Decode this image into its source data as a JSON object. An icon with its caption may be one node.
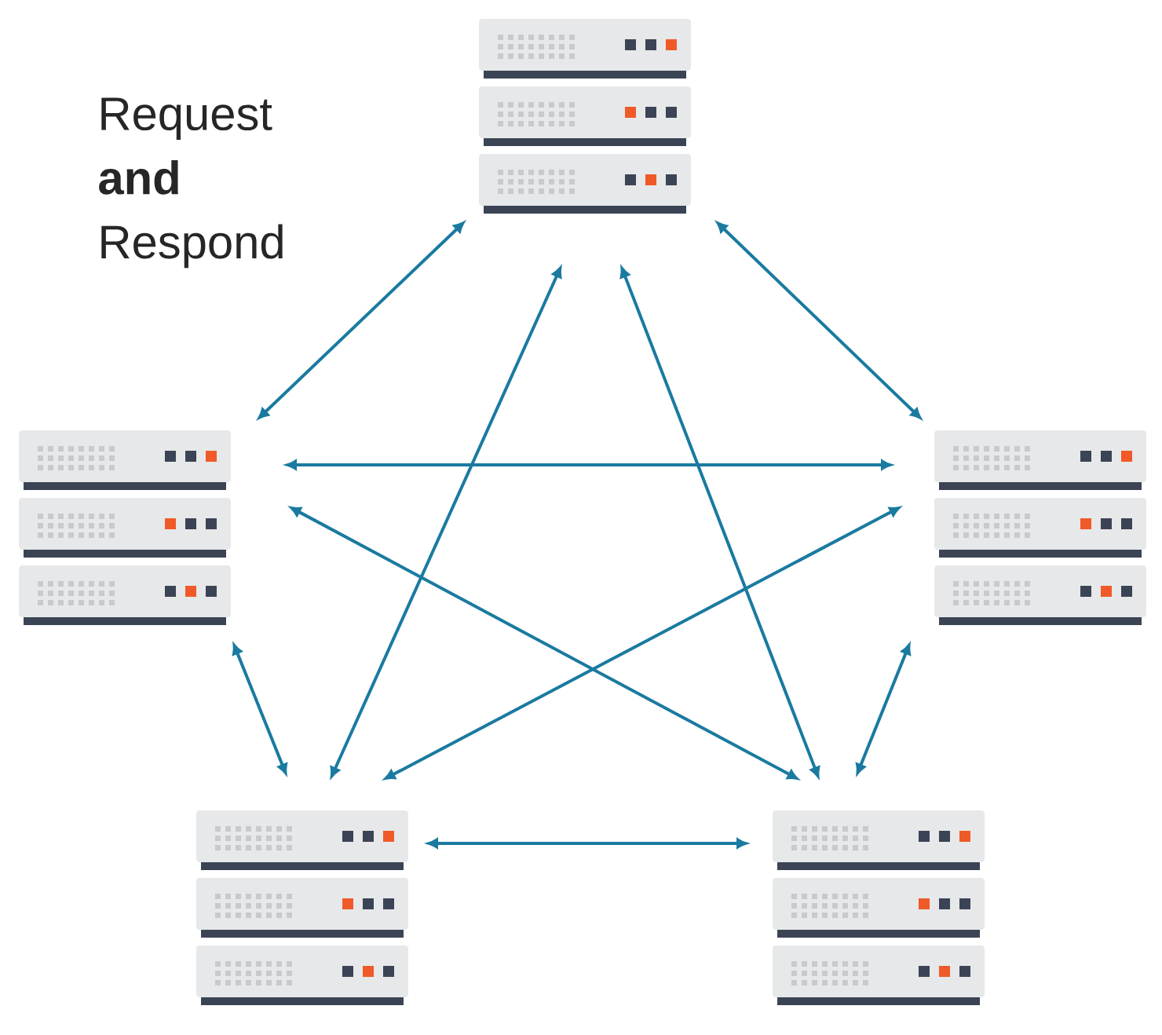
{
  "diagram": {
    "nodes": [
      {
        "text": [],
        "shape": "server"
      },
      {
        "text": [],
        "shape": "server"
      },
      {
        "text": [],
        "shape": "server"
      },
      {
        "text": [],
        "shape": "server"
      },
      {
        "text": [],
        "shape": "server"
      }
    ],
    "edges": [
      {
        "from": 0,
        "to": 1,
        "arrow": "both"
      },
      {
        "from": 0,
        "to": 2,
        "arrow": "both"
      },
      {
        "from": 1,
        "to": 2,
        "arrow": "both"
      },
      {
        "from": 1,
        "to": 4,
        "arrow": "both"
      },
      {
        "from": 2,
        "to": 3,
        "arrow": "both"
      },
      {
        "from": 0,
        "to": 3,
        "arrow": "both"
      },
      {
        "from": 0,
        "to": 4,
        "arrow": "both"
      },
      {
        "from": 1,
        "to": 3,
        "arrow": "both"
      },
      {
        "from": 2,
        "to": 4,
        "arrow": "both"
      },
      {
        "from": 3,
        "to": 4,
        "arrow": "both"
      }
    ],
    "labels": [
      "Request **and** Respond"
    ]
  }
}
